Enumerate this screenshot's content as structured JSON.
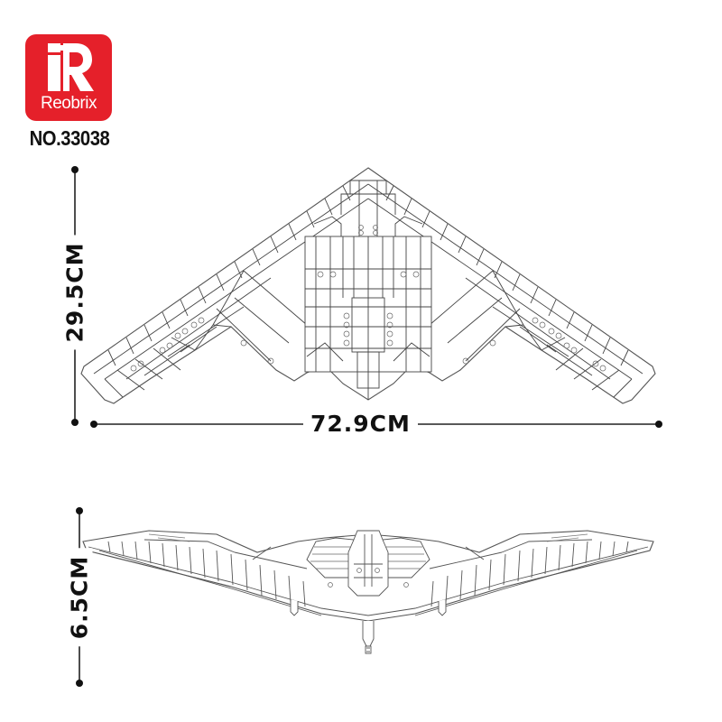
{
  "brand": {
    "name": "Reobrix",
    "logo_letter": "R",
    "color": "#e5202a"
  },
  "product": {
    "model_number": "NO.33038"
  },
  "dimensions": {
    "length": "72.9CM",
    "depth": "29.5CM",
    "height": "6.5CM"
  },
  "views": {
    "top_view": "stealth bomber brick model - top view line drawing",
    "front_view": "stealth bomber brick model - front view line drawing"
  }
}
